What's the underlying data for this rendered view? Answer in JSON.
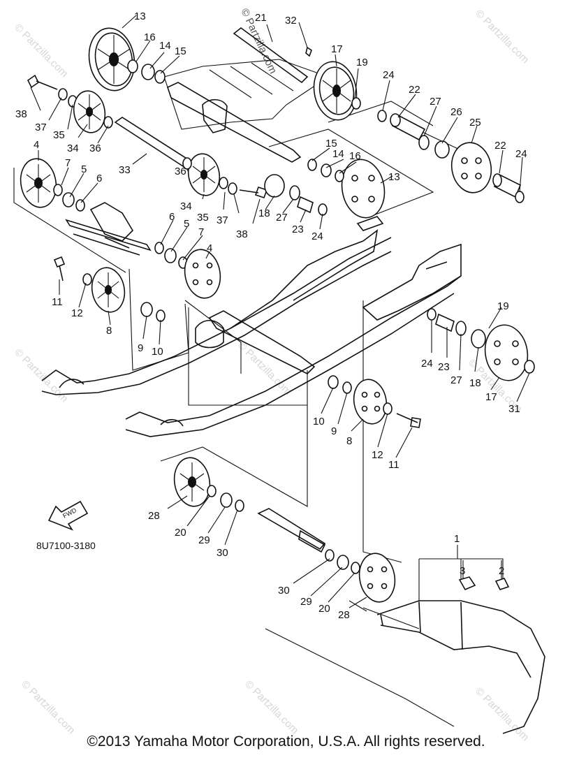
{
  "diagram": {
    "part_numbers": [
      "1",
      "2",
      "3",
      "4",
      "5",
      "6",
      "7",
      "8",
      "9",
      "10",
      "11",
      "12",
      "13",
      "14",
      "15",
      "16",
      "17",
      "18",
      "19",
      "20",
      "21",
      "22",
      "23",
      "24",
      "25",
      "26",
      "27",
      "28",
      "29",
      "30",
      "31",
      "32",
      "33",
      "34",
      "35",
      "36",
      "37",
      "38"
    ],
    "figure_code": "8U7100-3180",
    "direction_arrow": "FWD",
    "watermark": "© Partzilla.com"
  },
  "footer": {
    "copyright": "©2013 Yamaha Motor Corporation, U.S.A. All rights reserved."
  }
}
